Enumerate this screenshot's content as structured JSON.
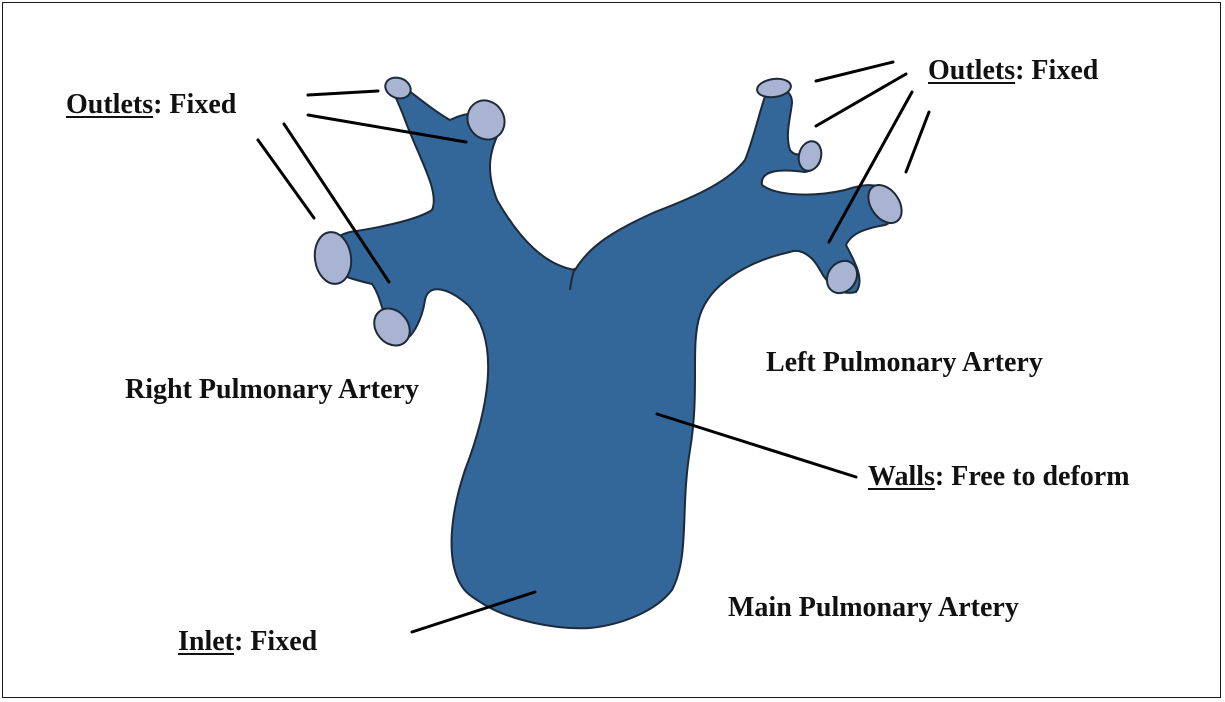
{
  "labels": {
    "outlets_right": {
      "term": "Outlets",
      "desc": ": Fixed"
    },
    "outlets_left": {
      "term": "Outlets",
      "desc": ": Fixed"
    },
    "walls": {
      "term": "Walls",
      "desc": ": Free to deform"
    },
    "inlet": {
      "term": "Inlet",
      "desc": ": Fixed"
    },
    "right_pa": "Right Pulmonary Artery",
    "left_pa": "Left Pulmonary Artery",
    "main_pa": "Main Pulmonary Artery"
  },
  "colors": {
    "vessel": "#336699",
    "vessel_outline": "#1c2a3a",
    "outlet_cap": "#a9b4d2",
    "leader": "#000000"
  }
}
